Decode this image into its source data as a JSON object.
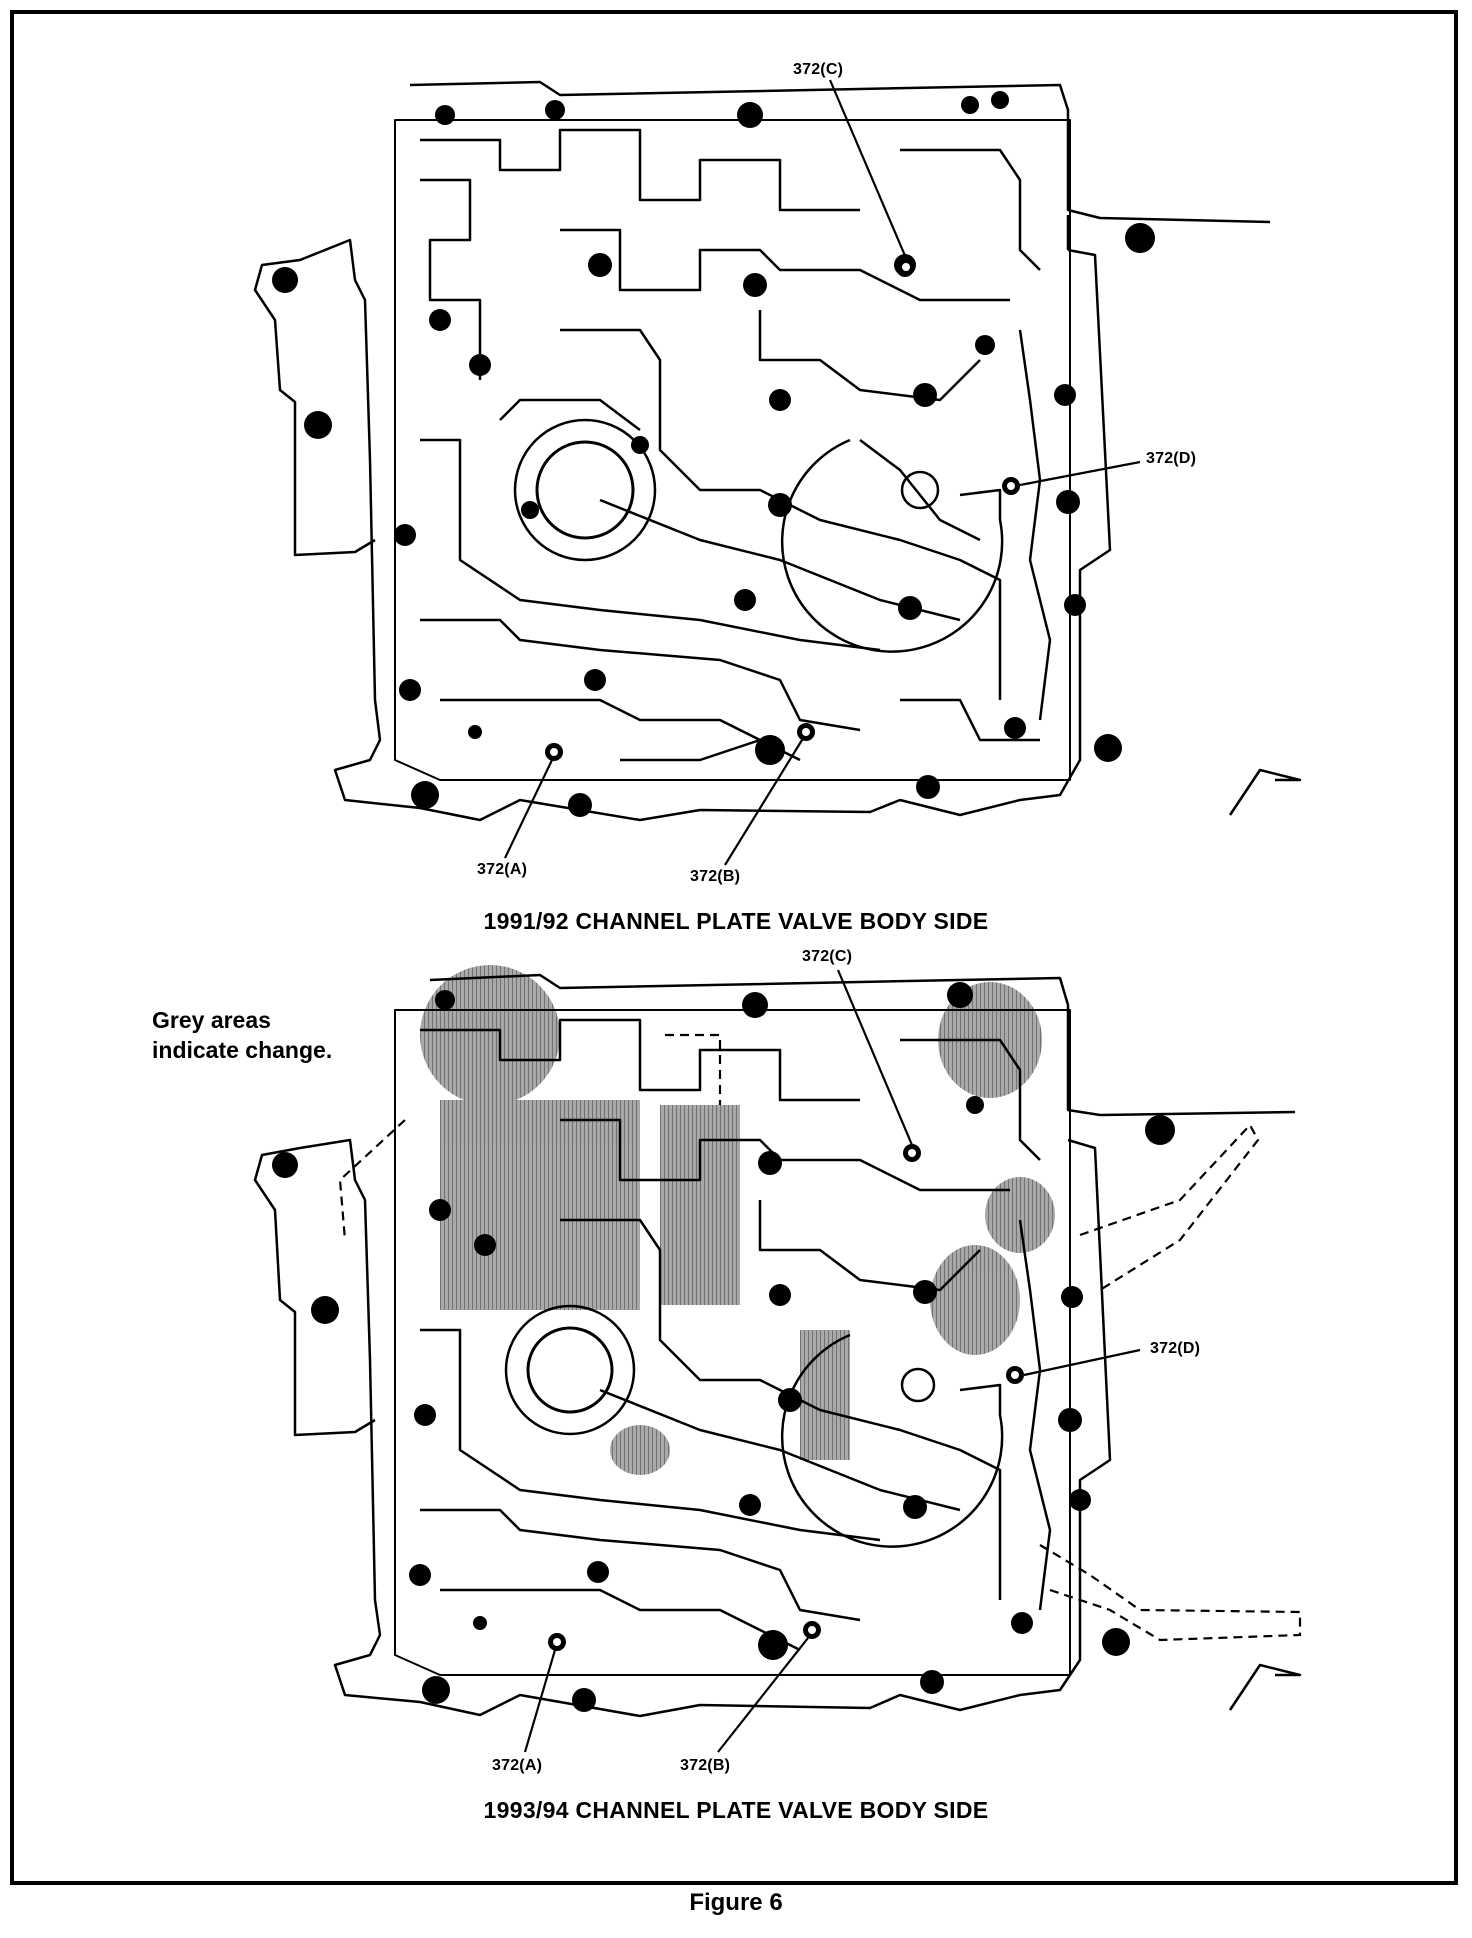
{
  "top_diagram": {
    "title": "1991/92 CHANNEL PLATE VALVE BODY SIDE",
    "callouts": {
      "a": "372(A)",
      "b": "372(B)",
      "c": "372(C)",
      "d": "372(D)"
    }
  },
  "bottom_diagram": {
    "title": "1993/94 CHANNEL PLATE VALVE BODY SIDE",
    "callouts": {
      "a": "372(A)",
      "b": "372(B)",
      "c": "372(C)",
      "d": "372(D)"
    },
    "note_line1": "Grey areas",
    "note_line2": "indicate change."
  },
  "figure_caption": "Figure 6",
  "colors": {
    "ink": "#000000",
    "paper": "#ffffff",
    "grey_area": "#777777"
  }
}
